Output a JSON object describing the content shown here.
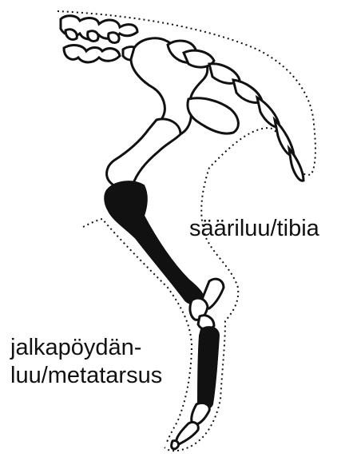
{
  "labels": {
    "tibia": "sääriluu/tibia",
    "metatarsus_line1": "jalkapöydän-",
    "metatarsus_line2": "luu/metatarsus"
  },
  "colors": {
    "background": "#ffffff",
    "outline": "#111111",
    "highlighted_bone": "#111111",
    "bone_fill": "#ffffff"
  }
}
